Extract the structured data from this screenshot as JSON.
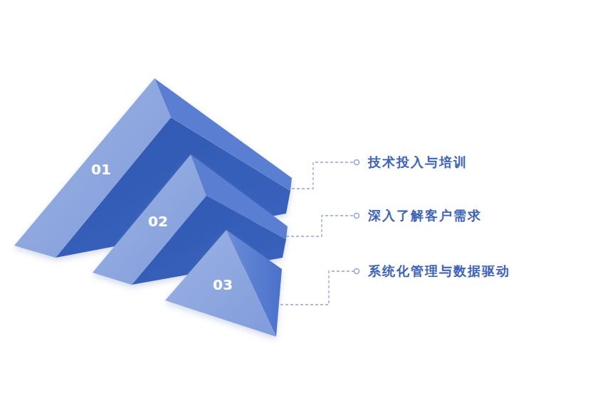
{
  "diagram": {
    "nodes": [
      {
        "text": [
          "01"
        ]
      },
      {
        "text": [
          "02"
        ]
      },
      {
        "text": [
          "03"
        ]
      }
    ],
    "labels": [
      "技术投入与培训",
      "深入了解客户需求",
      "系统化管理与数据驱动"
    ]
  }
}
